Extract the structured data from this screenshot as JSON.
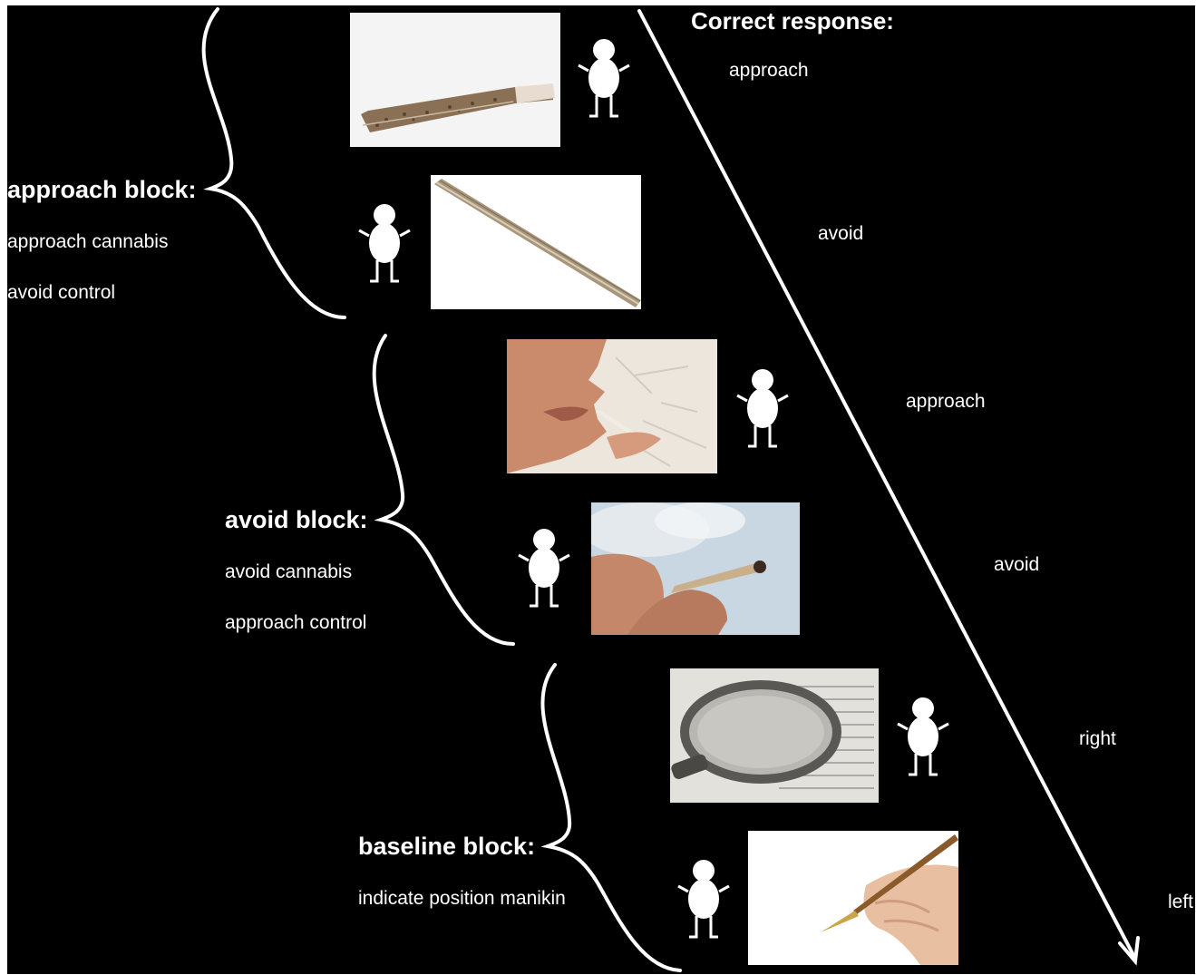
{
  "header": {
    "title": "Correct response:"
  },
  "blocks": [
    {
      "name": "approach block:",
      "lines": [
        "approach cannabis",
        "avoid control"
      ]
    },
    {
      "name": "avoid block:",
      "lines": [
        "avoid cannabis",
        "approach control"
      ]
    },
    {
      "name": "baseline block:",
      "lines": [
        "indicate position manikin"
      ]
    }
  ],
  "responses": [
    "approach",
    "avoid",
    "approach",
    "avoid",
    "right",
    "left"
  ],
  "colors": {
    "background": "#000000",
    "foreground": "#ffffff"
  },
  "stimuli": [
    {
      "icon": "joint-photo",
      "manikin_side": "right"
    },
    {
      "icon": "pencil-photo",
      "manikin_side": "left"
    },
    {
      "icon": "person-smoking-photo",
      "manikin_side": "right"
    },
    {
      "icon": "hand-with-joint-photo",
      "manikin_side": "left"
    },
    {
      "icon": "magnifying-glass-photo",
      "manikin_side": "right"
    },
    {
      "icon": "fountain-pen-photo",
      "manikin_side": "left"
    }
  ]
}
